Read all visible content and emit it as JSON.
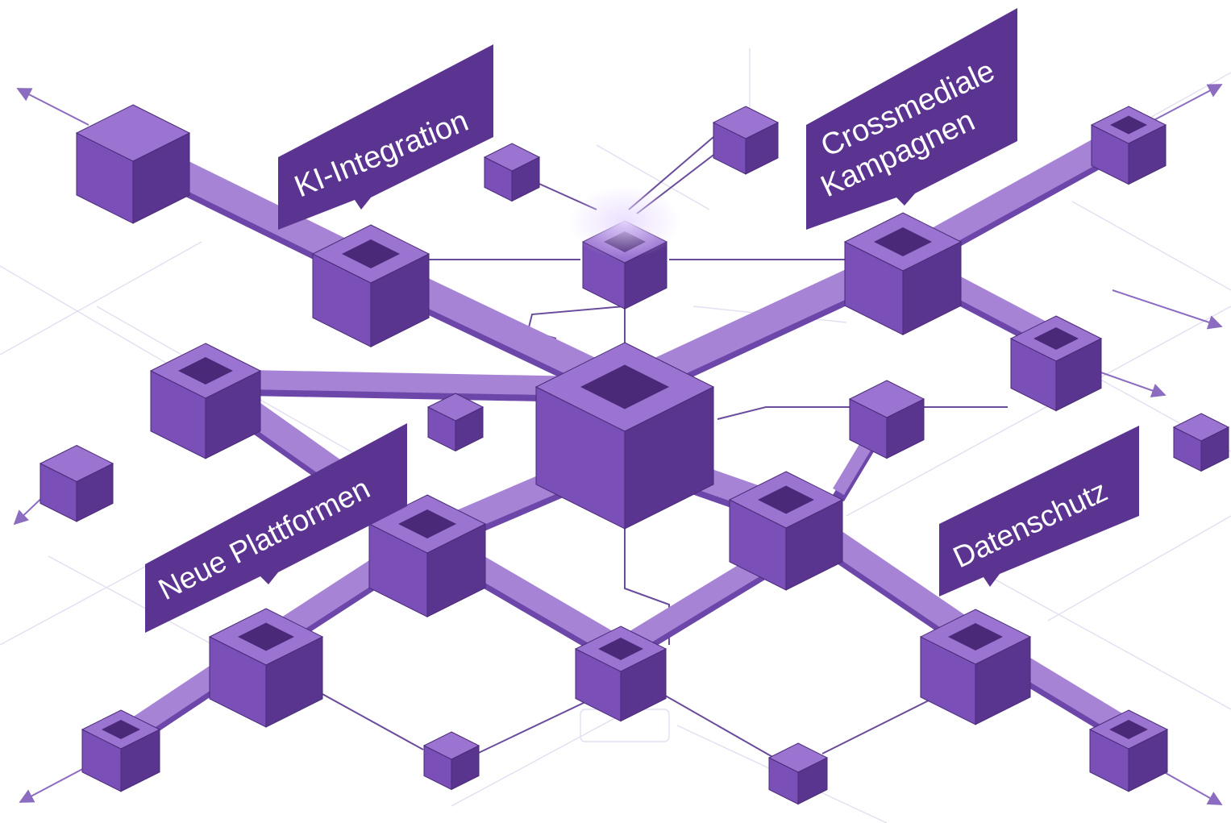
{
  "colors": {
    "background": "#ffffff",
    "grid_line": "#d8d2e6",
    "beam_top": "#a783d6",
    "beam_side": "#6c46a8",
    "cube_top": "#9b74d2",
    "cube_left": "#7a50b8",
    "cube_right": "#5a3590",
    "label_fill": "#5b3390",
    "label_text": "#ffffff",
    "connector_line": "#6a4c9c",
    "arrow": "#8b6cc1"
  },
  "labels": [
    {
      "text": "KI-Integration"
    },
    {
      "text": "Crossmediale"
    },
    {
      "text": "Kampagnen"
    },
    {
      "text": "Neue Plattformen"
    },
    {
      "text": "Datenschutz"
    }
  ]
}
